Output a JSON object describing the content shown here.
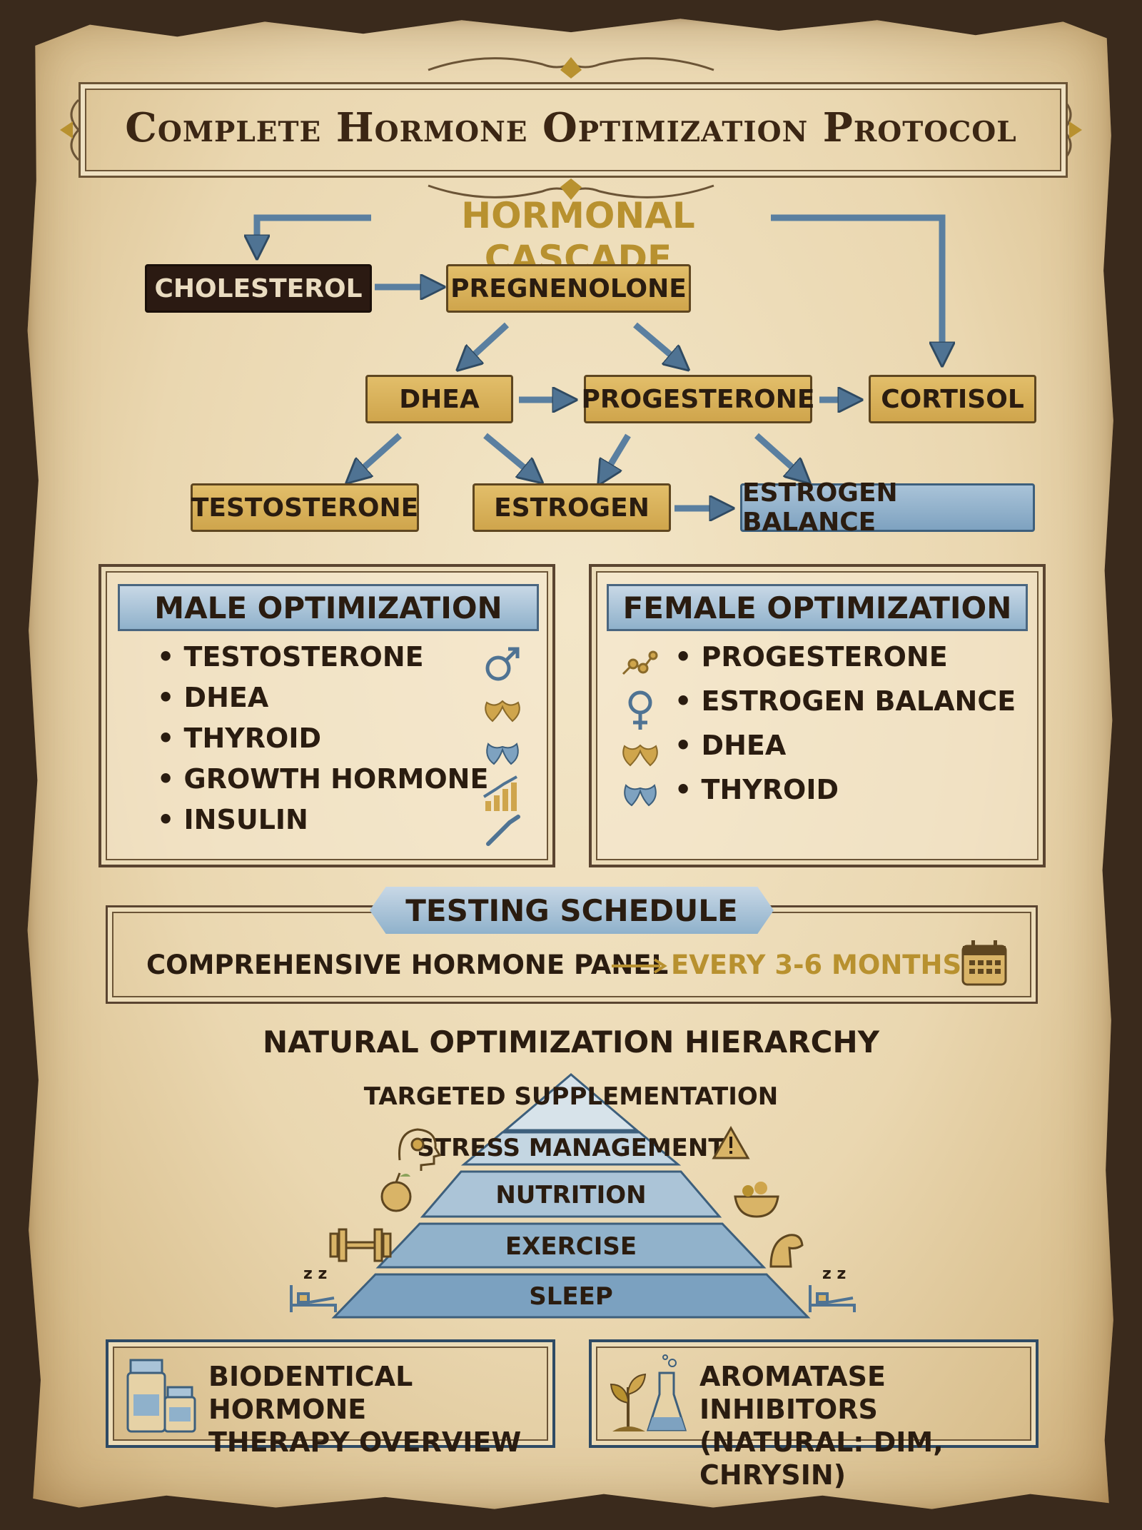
{
  "title": "Complete Hormone Optimization Protocol",
  "cascade": {
    "heading": "HORMONAL CASCADE",
    "nodes": {
      "cholesterol": "CHOLESTEROL",
      "pregnenolone": "PREGNENOLONE",
      "dhea": "DHEA",
      "progesterone": "PROGESTERONE",
      "cortisol": "CORTISOL",
      "testosterone": "TESTOSTERONE",
      "estrogen": "ESTROGEN",
      "estrogen_balance": "ESTROGEN BALANCE"
    }
  },
  "male": {
    "heading": "MALE OPTIMIZATION",
    "items": [
      "TESTOSTERONE",
      "DHEA",
      "THYROID",
      "GROWTH HORMONE",
      "INSULIN"
    ],
    "icons": [
      "male-symbol-icon",
      "adrenal-icon",
      "thyroid-icon",
      "growth-chart-icon",
      "insulin-pen-icon"
    ]
  },
  "female": {
    "heading": "FEMALE OPTIMIZATION",
    "items": [
      "PROGESTERONE",
      "ESTROGEN BALANCE",
      "DHEA",
      "THYROID"
    ],
    "icons": [
      "molecule-icon",
      "female-symbol-icon",
      "adrenal-icon",
      "thyroid-icon"
    ]
  },
  "testing": {
    "heading": "TESTING SCHEDULE",
    "panel": "COMPREHENSIVE HORMONE PANEL",
    "frequency": "EVERY 3-6 MONTHS",
    "icon": "calendar-icon"
  },
  "hierarchy": {
    "heading": "NATURAL OPTIMIZATION HIERARCHY",
    "tiers": [
      "TARGETED SUPPLEMENTATION",
      "STRESS MANAGEMENT",
      "NUTRITION",
      "EXERCISE",
      "SLEEP"
    ],
    "zz": "z z"
  },
  "bottom": {
    "left_line1": "BIODENTICAL HORMONE",
    "left_line2": "THERAPY OVERVIEW",
    "right_line1": "AROMATASE INHIBITORS",
    "right_line2": "(NATURAL: DIM, CHRYSIN)"
  },
  "colors": {
    "gold": "#d3aa52",
    "blue": "#8aabc6",
    "dark": "#2b1a12",
    "ink": "#2a1c10",
    "accent_text": "#b8912f"
  }
}
